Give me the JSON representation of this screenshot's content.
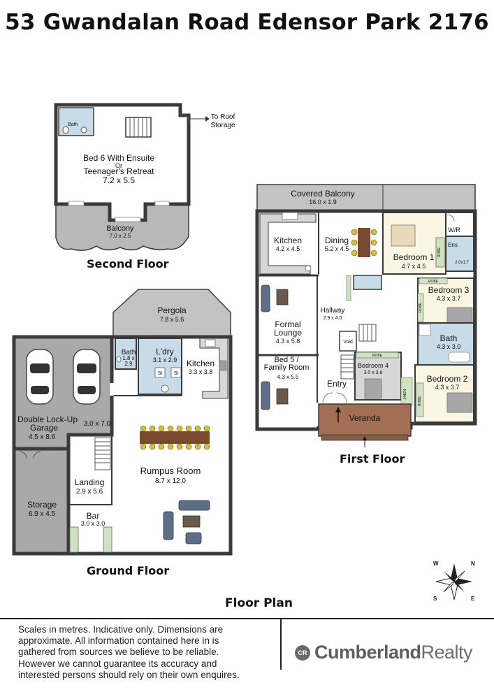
{
  "title": "53 Gwandalan Road Edensor Park 2176",
  "floors": {
    "second": "Second Floor",
    "ground": "Ground Floor",
    "first": "First Floor"
  },
  "floor_plan_label": "Floor Plan",
  "rooms": {
    "roof_storage_1": "To Roof",
    "roof_storage_2": "Storage",
    "bed6_1": "Bed 6 With Ensuite",
    "bed6_2": "Or",
    "bed6_3": "Teenager's Retreat",
    "bed6_dim": "7.2 x 5.5",
    "bath_top": "Bath",
    "balcony_top": "Balcony",
    "balcony_top_dim": "7.0 x 2.5",
    "pergola": "Pergola",
    "pergola_dim": "7.8 x 5.6",
    "bath_g": "Bath",
    "bath_g_dim_1": "1.8 x",
    "bath_g_dim_2": "2.9",
    "ldry": "L'dry",
    "ldry_dim": "3.1 x 2.9",
    "st1": "St",
    "st2": "St",
    "kitchen_g": "Kitchen",
    "kitchen_g_dim": "3.3 x 3.8",
    "garage_1": "Double Lock-Up",
    "garage_2": "Garage",
    "garage_dim": "4.5 x 8.6",
    "garage_dim2": "3.0 x 7.0",
    "storage": "Storage",
    "storage_dim": "6.9 x 4.5",
    "landing": "Landing",
    "landing_dim": "2.9 x 5.6",
    "bar": "Bar",
    "bar_dim": "3.0 x 3.0",
    "rumpus": "Rumpus Room",
    "rumpus_dim": "8.7 x 12.0",
    "covered_balcony": "Covered Balcony",
    "covered_balcony_dim": "16.0 x 1.9",
    "kitchen_f": "Kitchen",
    "kitchen_f_dim": "4.2 x 4.5",
    "dining": "Dining",
    "dining_dim": "5.2 x 4.5",
    "bed1": "Bedroom 1",
    "bed1_dim": "4.7 x 4.5",
    "wr": "W/R",
    "ens": "Ens",
    "ens_dim": "2.0x1.7",
    "robe1": "ROBE",
    "robe2": "ROBE",
    "robe3": "ROBE",
    "robe4": "ROBE",
    "robe5": "ROBE",
    "hallway": "Hallway",
    "hallway_dim": "2.9 x 4.0",
    "void": "Void",
    "formal_1": "Formal",
    "formal_2": "Lounge",
    "formal_dim": "4.3 x 5.8",
    "bed3": "Bedroom 3",
    "bed3_dim": "4.3 x 3.7",
    "bath_f": "Bath",
    "bath_f_dim": "4.3 x 3.0",
    "bed5_1": "Bed 5 /",
    "bed5_2": "Family Room",
    "bed5_dim": "4.3 x 5.5",
    "bed4": "Bedroom 4",
    "bed4_dim": "3.0 x 3.8",
    "bed2": "Bedroom 2",
    "bed2_dim": "4.3 x 3.7",
    "linen": "LINEN",
    "entry": "Entry",
    "veranda": "Veranda"
  },
  "compass": {
    "w": "W",
    "n": "N",
    "s": "S",
    "e": "E"
  },
  "disclaimer": "Scales in metres. Indicative only. Dimensions are approximate. All information contained here in is gathered from sources we believe to be reliable. However we cannot guarantee its accuracy and interested persons should rely on their own enquires.",
  "logo": {
    "mark": "CR",
    "word1": "Cumberland",
    "word2": "Realty"
  },
  "colors": {
    "wall": "#3a3a3a",
    "balcony": "#b9b9b9",
    "garage": "#a9a9a9",
    "bath": "#c8dbe8",
    "robe": "#cfe3c1",
    "veranda": "#a26f55",
    "bedroom": "#fbf5e4"
  }
}
